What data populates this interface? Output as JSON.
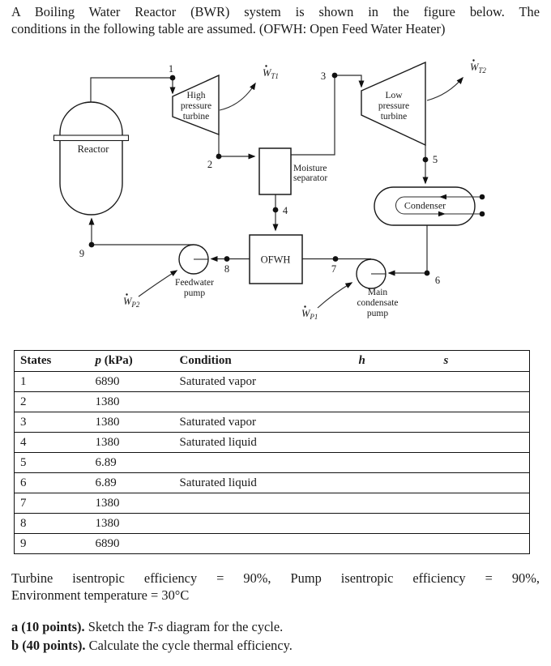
{
  "colors": {
    "ink": "#1a1a1a",
    "background": "#ffffff"
  },
  "header": {
    "line1": "A Boiling Water Reactor (BWR) system is shown in the figure below. The",
    "line2": "conditions in the following table are assumed. (OFWH: Open Feed Water Heater)"
  },
  "diagram": {
    "reactor": {
      "label": "Reactor"
    },
    "hp_turbine": {
      "lines": [
        "High",
        "pressure",
        "turbine"
      ],
      "work": {
        "symbol": "W",
        "subscript": "T1"
      }
    },
    "lp_turbine": {
      "lines": [
        "Low",
        "pressure",
        "turbine"
      ],
      "work": {
        "symbol": "W",
        "subscript": "T2"
      }
    },
    "moisture_separator": {
      "lines": [
        "Moisture",
        "separator"
      ]
    },
    "ofwh": {
      "label": "OFWH"
    },
    "condenser": {
      "label": "Condenser"
    },
    "feedwater_pump": {
      "lines": [
        "Feedwater",
        "pump"
      ],
      "work": {
        "symbol": "W",
        "subscript": "P2"
      }
    },
    "main_condensate_pump": {
      "lines": [
        "Main",
        "condensate",
        "pump"
      ],
      "work": {
        "symbol": "W",
        "subscript": "P1"
      }
    },
    "state_points": [
      "1",
      "2",
      "3",
      "4",
      "5",
      "6",
      "7",
      "8",
      "9"
    ]
  },
  "table": {
    "header": {
      "states": "States",
      "p_symbol": "p",
      "p_unit": " (kPa)",
      "condition": "Condition",
      "h": "h",
      "s": "s"
    },
    "rows": [
      [
        "1",
        "6890",
        "Saturated vapor",
        "",
        ""
      ],
      [
        "2",
        "1380",
        "",
        "",
        ""
      ],
      [
        "3",
        "1380",
        "Saturated vapor",
        "",
        ""
      ],
      [
        "4",
        "1380",
        "Saturated liquid",
        "",
        ""
      ],
      [
        "5",
        "6.89",
        "",
        "",
        ""
      ],
      [
        "6",
        "6.89",
        "Saturated liquid",
        "",
        ""
      ],
      [
        "7",
        "1380",
        "",
        "",
        ""
      ],
      [
        "8",
        "1380",
        "",
        "",
        ""
      ],
      [
        "9",
        "6890",
        "",
        "",
        ""
      ]
    ]
  },
  "footer": {
    "conditions_line1": "Turbine isentropic efficiency = 90%, Pump isentropic efficiency = 90%,",
    "conditions_line2": "Environment temperature = 30°C",
    "part_a": {
      "label": "a (10 points).",
      "pre": " Sketch the ",
      "italic": "T-s",
      "post": " diagram for the cycle."
    },
    "part_b": {
      "label": "b (40 points).",
      "text": " Calculate the cycle thermal efficiency."
    }
  }
}
